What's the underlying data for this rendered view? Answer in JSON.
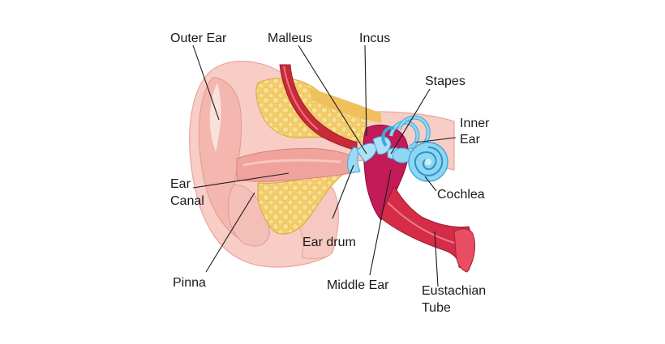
{
  "diagram": {
    "labels": {
      "outer_ear": "Outer Ear",
      "malleus": "Malleus",
      "incus": "Incus",
      "stapes": "Stapes",
      "inner_ear_line1": "Inner",
      "inner_ear_line2": "Ear",
      "cochlea": "Cochlea",
      "ear_canal_line1": "Ear",
      "ear_canal_line2": "Canal",
      "ear_drum": "Ear drum",
      "pinna": "Pinna",
      "middle_ear": "Middle Ear",
      "eustachian_line1": "Eustachian",
      "eustachian_line2": "Tube"
    },
    "colors": {
      "skin": "#f6c6c0",
      "skin_dark": "#e99a93",
      "canal": "#f2a7a1",
      "fat": "#f3cd6a",
      "fat_dot": "#f7dd8c",
      "muscle": "#c92a3a",
      "middle_ear": "#c01a55",
      "tube": "#d72c45",
      "inner_ear": "#7fcdf0",
      "inner_ear_dark": "#3aa8dc"
    }
  }
}
